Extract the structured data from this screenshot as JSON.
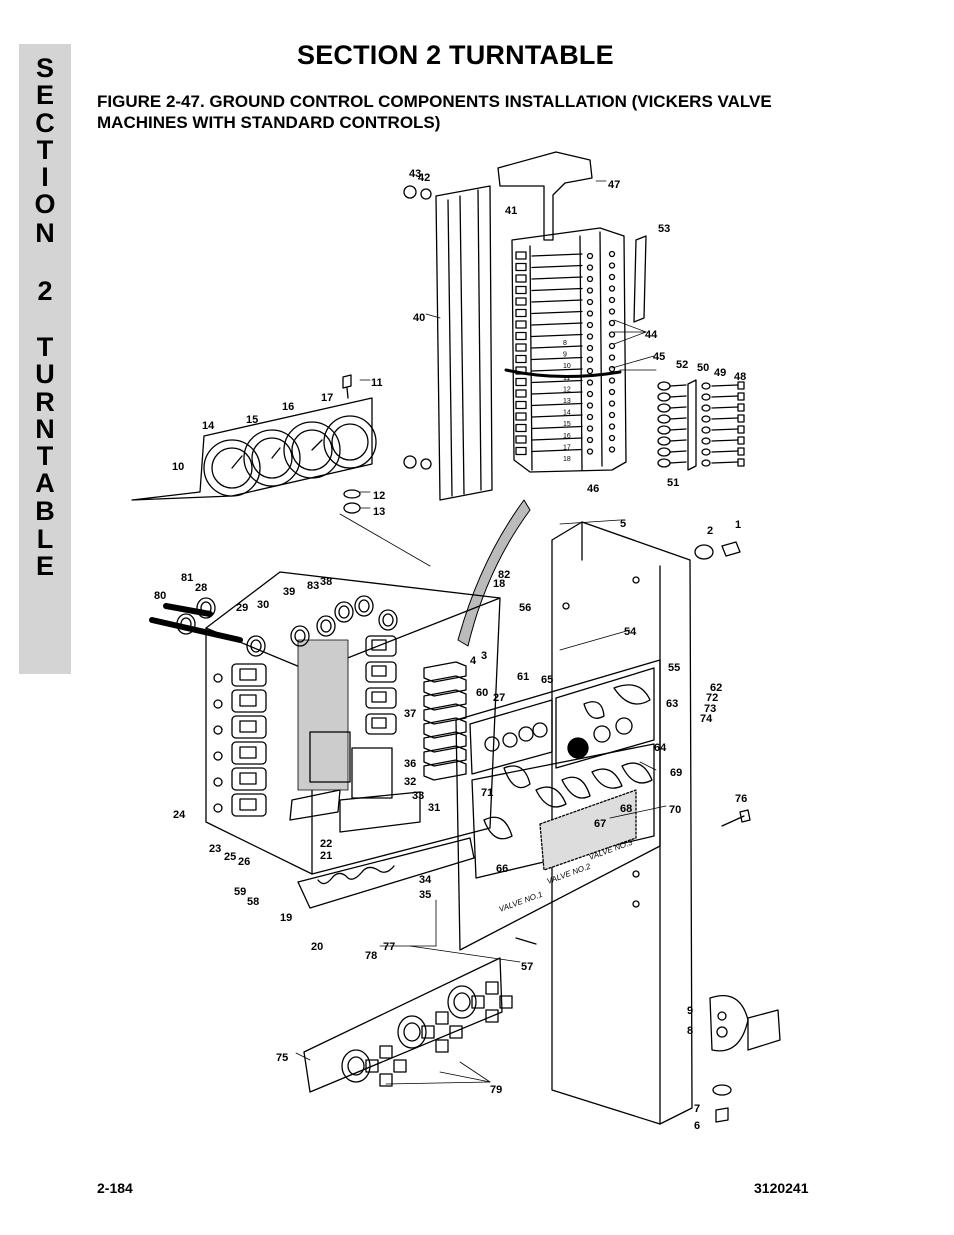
{
  "side_tab": {
    "letters": [
      "S",
      "E",
      "C",
      "T",
      "I",
      "O",
      "N",
      "",
      "2",
      "",
      "T",
      "U",
      "R",
      "N",
      "T",
      "A",
      "B",
      "L",
      "E"
    ]
  },
  "header": {
    "section_title": "SECTION 2  TURNTABLE",
    "figure_title": "FIGURE 2-47.  GROUND CONTROL COMPONENTS INSTALLATION (VICKERS VALVE MACHINES WITH STANDARD CONTROLS)"
  },
  "diagram": {
    "callouts": [
      "1",
      "2",
      "3",
      "4",
      "5",
      "6",
      "7",
      "8",
      "9",
      "10",
      "11",
      "12",
      "13",
      "14",
      "15",
      "16",
      "17",
      "18",
      "19",
      "20",
      "21",
      "22",
      "23",
      "24",
      "25",
      "26",
      "27",
      "28",
      "29",
      "30",
      "31",
      "32",
      "33",
      "34",
      "35",
      "36",
      "37",
      "38",
      "39",
      "40",
      "41",
      "42",
      "43",
      "44",
      "45",
      "46",
      "47",
      "48",
      "49",
      "50",
      "51",
      "52",
      "53",
      "54",
      "55",
      "56",
      "57",
      "58",
      "59",
      "60",
      "61",
      "62",
      "63",
      "64",
      "65",
      "66",
      "67",
      "68",
      "69",
      "70",
      "71",
      "72",
      "73",
      "74",
      "75",
      "76",
      "77",
      "78",
      "79",
      "80",
      "81",
      "82",
      "83"
    ],
    "terminal_numbers": [
      "8",
      "9",
      "10",
      "11",
      "12",
      "13",
      "14",
      "15",
      "16",
      "17",
      "18"
    ],
    "panel_labels": [
      "VALVE NO.1",
      "VALVE NO.2",
      "VALVE NO.3"
    ]
  },
  "footer": {
    "page_number": "2-184",
    "doc_number": "3120241"
  }
}
